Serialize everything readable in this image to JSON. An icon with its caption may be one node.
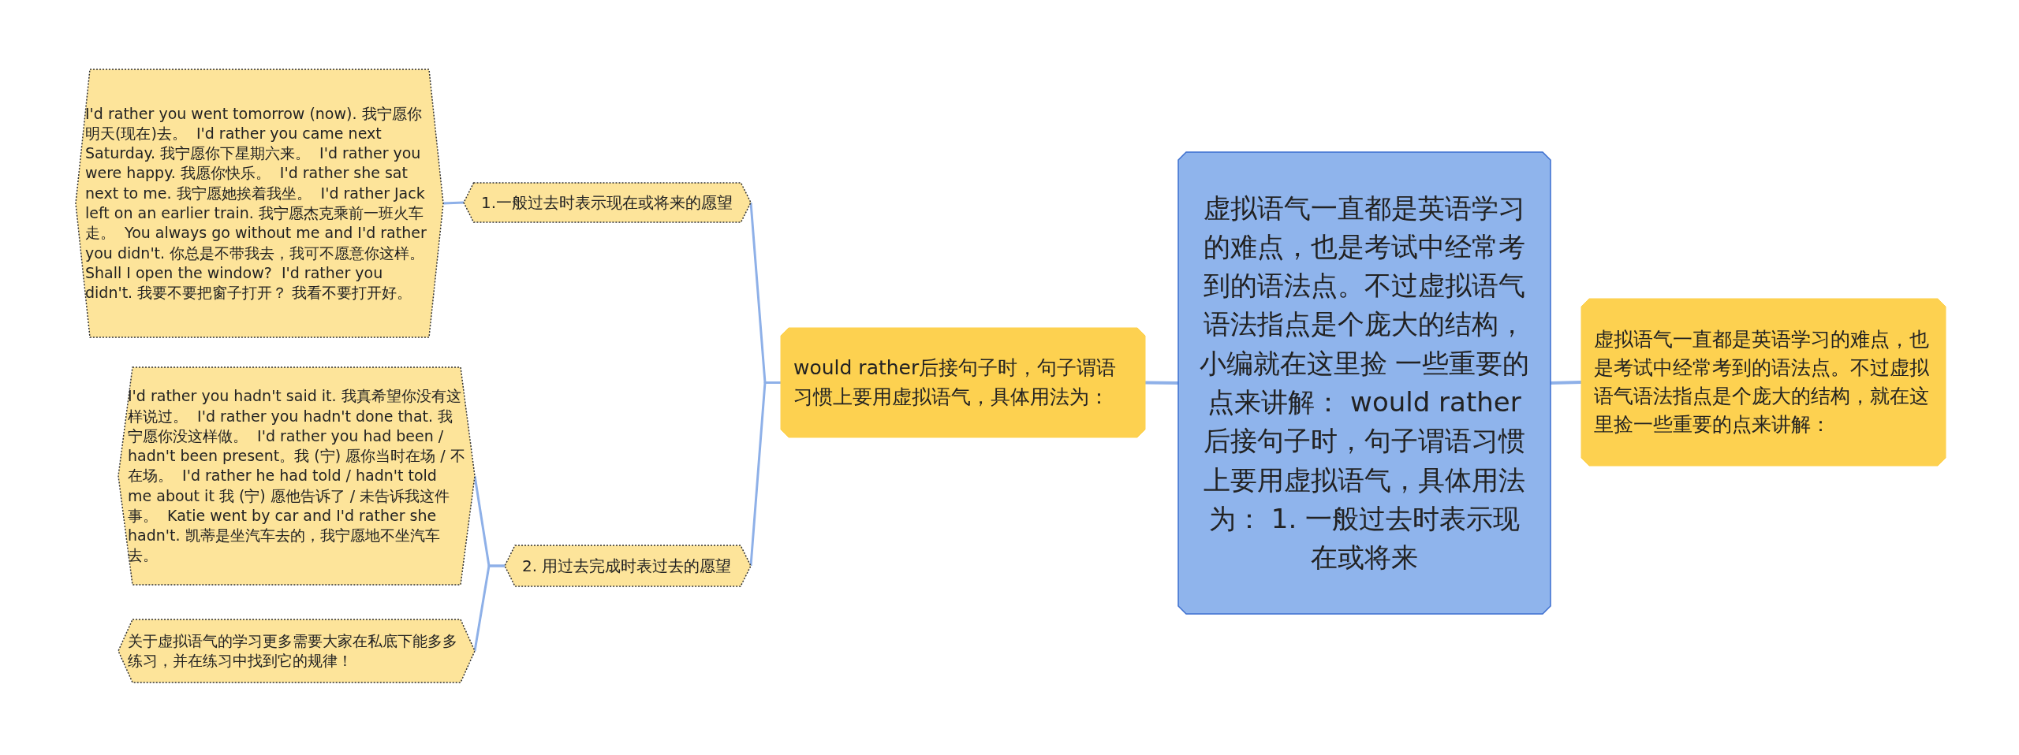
{
  "diagram": {
    "nodes": [
      {
        "text": [
          "虚拟语气一直都是英语学习的难点，也是考试中经常考到的语法点。不过虚拟语气语法指点是个庞大的结构，小编就在这里捡 一些重要的点来讲解： would rather后接句子时，句子谓语习惯上要用虚拟语气，具体用法为： 1. 一般过去时表示现在或将来"
        ]
      },
      {
        "text": [
          "虚拟语气一直都是英语学习的难点，也是考试中经常考到的语法点。不过虚拟语气语法指点是个庞大的结构，就在这里捡一些重要的点来讲解："
        ]
      },
      {
        "text": [
          "would rather后接句子时，句子谓语习惯上要用虚拟语气，具体用法为："
        ]
      },
      {
        "text": [
          "1.一般过去时表示现在或将来的愿望"
        ]
      },
      {
        "text": [
          "2. 用过去完成时表过去的愿望"
        ]
      },
      {
        "text": [
          "I'd rather you went tomorrow (now). 我宁愿你明天(现在)去。  I'd rather you came next Saturday. 我宁愿你下星期六来。  I'd rather you were happy. 我愿你快乐。  I'd rather she sat next to me. 我宁愿她挨着我坐。  I'd rather Jack left on an earlier train. 我宁愿杰克乘前一班火车走。  You always go without me and I'd rather you didn't. 你总是不带我去，我可不愿意你这样。  Shall I open the window?  I'd rather you didn't. 我要不要把窗子打开？ 我看不要打开好。"
        ]
      },
      {
        "text": [
          "I'd rather you hadn't said it. 我真希望你没有这样说过。  I'd rather you hadn't done that. 我宁愿你没这样做。  I'd rather you had been / hadn't been present。我 (宁) 愿你当时在场 / 不在场。  I'd rather he had told / hadn't told me about it 我 (宁) 愿他告诉了 / 未告诉我这件事。  Katie went by car and I'd rather she hadn't. 凯蒂是坐汽车去的，我宁愿地不坐汽车去。"
        ]
      },
      {
        "text": [
          "关于虚拟语气的学习更多需要大家在私底下能多多练习，并在练习中找到它的规律！"
        ]
      }
    ],
    "edges": [
      {
        "from": 0,
        "to": 1,
        "arrow": "none"
      },
      {
        "from": 0,
        "to": 2,
        "arrow": "none"
      },
      {
        "from": 2,
        "to": 3,
        "arrow": "none"
      },
      {
        "from": 2,
        "to": 4,
        "arrow": "none"
      },
      {
        "from": 3,
        "to": 5,
        "arrow": "none"
      },
      {
        "from": 4,
        "to": 6,
        "arrow": "none"
      },
      {
        "from": 4,
        "to": 7,
        "arrow": "none"
      }
    ]
  }
}
